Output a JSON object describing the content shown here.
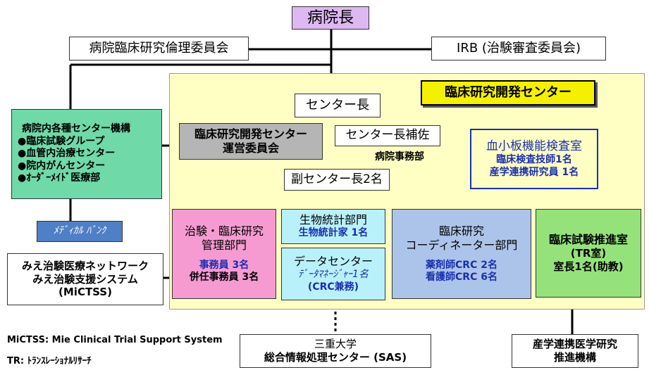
{
  "director": "病院長",
  "ethics_committee": "病院臨床研究倫理委員会",
  "irb": "IRB (治験審査委員会)",
  "hospital_centers": {
    "title": "病院内各種センター機構",
    "items": [
      "●臨床試験グループ",
      "●血管内治療センター",
      "●院内がんセンター",
      "●ｵｰﾀﾞｰﾒｲﾄﾞ医療部"
    ]
  },
  "medical_bank": "ﾒﾃﾞｨｶﾙ ﾊﾞﾝｸ",
  "network": [
    "みえ治験医療ネットワーク",
    "みえ治験支援システム",
    "(MiCTSS)"
  ],
  "center_title": "臨床研究開発センター",
  "center_head": "センター長",
  "steering_committee": [
    "臨床研究開発センター",
    "運営委員会"
  ],
  "assistant_head": "センター長補佐",
  "hospital_office": "病院事務部",
  "vice_heads": "副センター長2名",
  "platelet_lab": {
    "title": "血小板機能検査室",
    "lines": [
      "臨床検査技師1名",
      "産学連携研究員 1名"
    ]
  },
  "departments": {
    "trial_mgmt": {
      "title": [
        "治験・臨床研究",
        "管理部門"
      ],
      "line1": "事務員 3名",
      "line2": "併任事務員 3名"
    },
    "biostat": {
      "title": "生物統計部門",
      "line1": "生物統計家 1名"
    },
    "data_center": {
      "title": "データセンター",
      "line1": "ﾃﾞｰﾀﾏﾈｰｼﾞｬｰ1名",
      "line2": "(CRC兼務)"
    },
    "coordinator": {
      "title": [
        "臨床研究",
        "コーディネーター部門"
      ],
      "line1": "薬剤師CRC 2名",
      "line2": "看護師CRC 6名"
    },
    "trial_promotion": {
      "title": "臨床試験推進室",
      "line1": "(TR室)",
      "line2": "室長1名(助教)"
    }
  },
  "sas": [
    "三重大学",
    "総合情報処理センター (SAS)"
  ],
  "industry_academia": [
    "産学連携医学研究",
    "推進機構"
  ],
  "footnotes": {
    "mictss": "MiCTSS: Mie Clinical Trial Support System",
    "tr": "TR: ﾄﾗﾝｽﾚｰｼｮﾅﾙﾘｻｰﾁ"
  }
}
